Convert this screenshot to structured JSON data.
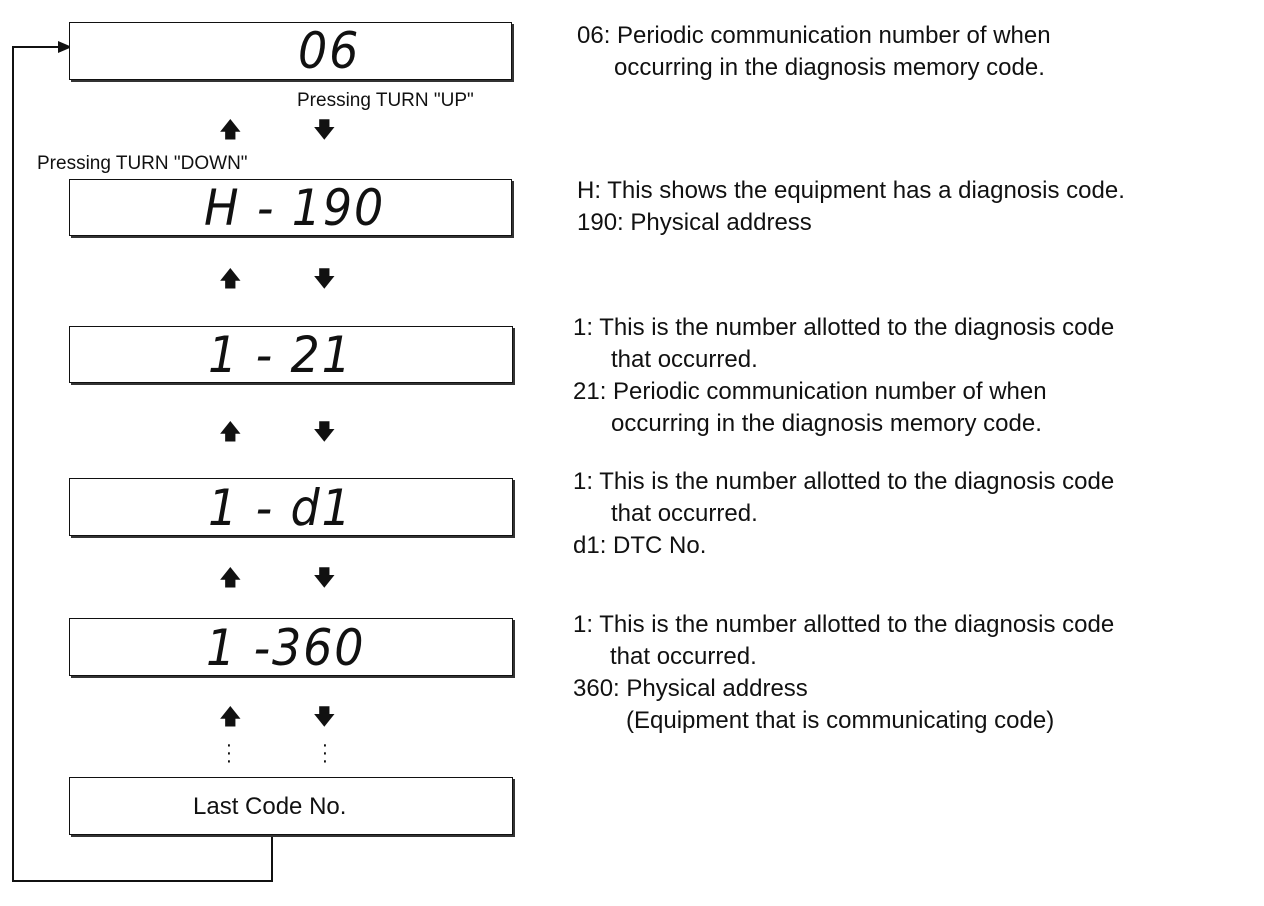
{
  "displays": [
    {
      "id": "d06",
      "text": "06"
    },
    {
      "id": "dh190",
      "text": "H - 190"
    },
    {
      "id": "d121",
      "text": "1 - 21"
    },
    {
      "id": "d1d1",
      "text": "1 - d1"
    },
    {
      "id": "d1360",
      "text": "1 -360"
    }
  ],
  "last_code_label": "Last Code No.",
  "labels": {
    "turn_up": "Pressing TURN \"UP\"",
    "turn_down": "Pressing TURN \"DOWN\""
  },
  "descriptions": {
    "d06": [
      "06: Periodic communication number of when",
      "occurring in the diagnosis memory code."
    ],
    "dh190": [
      "H: This shows the equipment has a diagnosis  code.",
      "190: Physical address"
    ],
    "d121": [
      "1: This is the number allotted to the diagnosis code",
      "that occurred.",
      "21: Periodic communication number of when",
      "occurring in the diagnosis memory code."
    ],
    "d1d1": [
      "1: This is the number allotted to the diagnosis code",
      "that occurred.",
      "d1: DTC No."
    ],
    "d1360": [
      "1: This is the number allotted to the diagnosis code",
      "that occurred.",
      "360: Physical address",
      "(Equipment that is communicating code)"
    ]
  },
  "icons": {
    "up": "up-arrow-icon",
    "down": "down-arrow-icon"
  }
}
